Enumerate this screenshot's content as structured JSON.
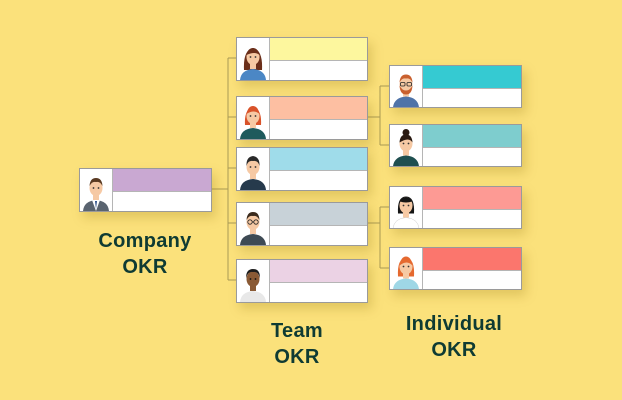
{
  "colors": {
    "background": "#fbe17b",
    "label": "#0f3b33",
    "connector": "#a99a55"
  },
  "company": {
    "label_line1": "Company",
    "label_line2": "OKR",
    "bar_color": "#c9a8d2",
    "avatar": "man-suit-avatar-icon"
  },
  "team": {
    "label_line1": "Team",
    "label_line2": "OKR",
    "cards": [
      {
        "bar_color": "#fdf79e",
        "avatar": "woman-long-hair-avatar-icon"
      },
      {
        "bar_color": "#fdbfa2",
        "avatar": "redhead-woman-avatar-icon"
      },
      {
        "bar_color": "#9fdcea",
        "avatar": "man-dark-hair-avatar-icon"
      },
      {
        "bar_color": "#c8d2d8",
        "avatar": "man-glasses-avatar-icon"
      },
      {
        "bar_color": "#ebd2e4",
        "avatar": "dark-skin-woman-avatar-icon"
      }
    ]
  },
  "individual": {
    "label_line1": "Individual",
    "label_line2": "OKR",
    "cards": [
      {
        "bar_color": "#35cad2",
        "avatar": "bearded-man-glasses-avatar-icon"
      },
      {
        "bar_color": "#7ecdce",
        "avatar": "woman-bun-avatar-icon"
      },
      {
        "bar_color": "#fd9a94",
        "avatar": "woman-black-bob-avatar-icon"
      },
      {
        "bar_color": "#fb766d",
        "avatar": "woman-orange-hair-avatar-icon"
      }
    ]
  }
}
